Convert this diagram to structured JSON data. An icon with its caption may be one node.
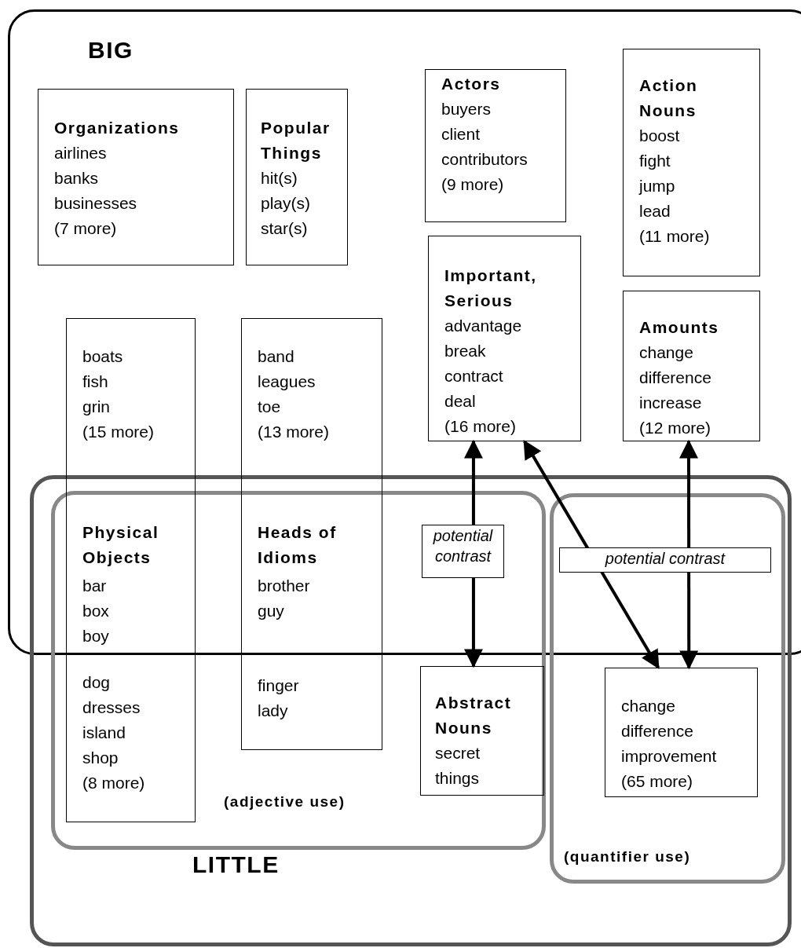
{
  "diagram": {
    "nodes": [
      {
        "text": [
          "BIG"
        ]
      },
      {
        "text": [
          "Organizations",
          "airlines banks businesses (7 more)"
        ],
        "in": 0
      },
      {
        "text": [
          "Popular Things",
          "hit(s) play(s) star(s)"
        ],
        "in": 0
      },
      {
        "text": [
          "Actors",
          "buyers client contributors (9 more)"
        ],
        "in": 0
      },
      {
        "text": [
          "Action Nouns",
          "boost fight jump lead (11 more)"
        ],
        "in": 0
      },
      {
        "text": [
          "Important, Serious",
          "advantage break contract deal (16 more)"
        ],
        "in": 0
      },
      {
        "text": [
          "Amounts",
          "change difference increase (12 more)"
        ],
        "in": 0
      },
      {
        "text": [
          "LITTLE"
        ]
      },
      {
        "text": [
          "(adjective use)"
        ],
        "in": 7
      },
      {
        "text": [
          "boats fish grin (15 more)",
          "Physical Objects",
          "bar box boy",
          "dog dresses island shop (8 more)"
        ]
      },
      {
        "text": [
          "band leagues toe (13 more)",
          "Heads of Idioms",
          "brother guy",
          "finger lady"
        ]
      },
      {
        "text": [
          "Abstract Nouns",
          "secret things"
        ],
        "in": 8
      },
      {
        "text": [
          "(quantifier use)"
        ],
        "in": 7
      },
      {
        "text": [
          "change difference improvement (65 more)"
        ],
        "in": 12
      }
    ],
    "edges": [
      {
        "from": 5,
        "to": 11,
        "arrow": "both",
        "label": "potential contrast"
      },
      {
        "from": 5,
        "to": 13,
        "arrow": "both"
      },
      {
        "from": 6,
        "to": 13,
        "arrow": "both",
        "label": "potential contrast"
      }
    ]
  }
}
